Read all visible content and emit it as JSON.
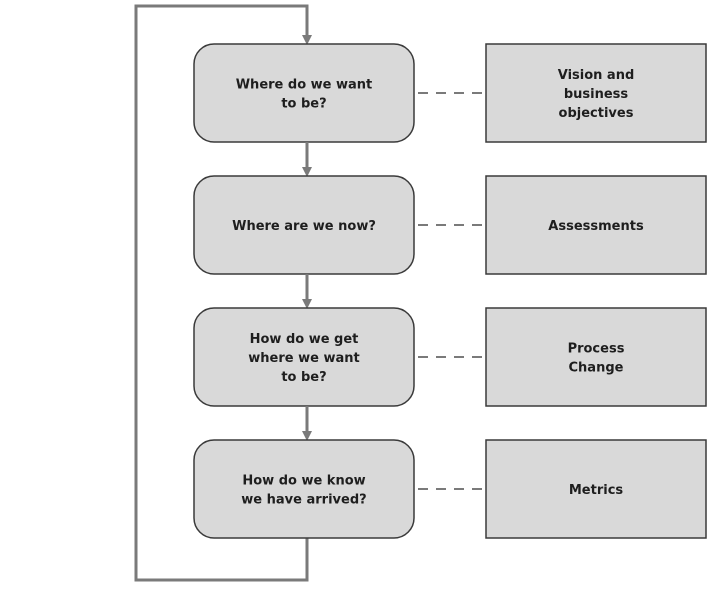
{
  "colors": {
    "box_fill": "#d9d9d9",
    "box_stroke": "#3a3a3a",
    "connector": "#7a7a7a",
    "text": "#1e1e1e"
  },
  "steps": [
    {
      "question": [
        "Where do we want",
        "to be?"
      ],
      "answer": [
        "Vision and",
        "business",
        "objectives"
      ]
    },
    {
      "question": [
        "Where are we now?"
      ],
      "answer": [
        "Assessments"
      ]
    },
    {
      "question": [
        "How do we get",
        "where we want",
        "to be?"
      ],
      "answer": [
        "Process",
        "Change"
      ]
    },
    {
      "question": [
        "How do we know",
        "we have arrived?"
      ],
      "answer": [
        "Metrics"
      ]
    }
  ]
}
